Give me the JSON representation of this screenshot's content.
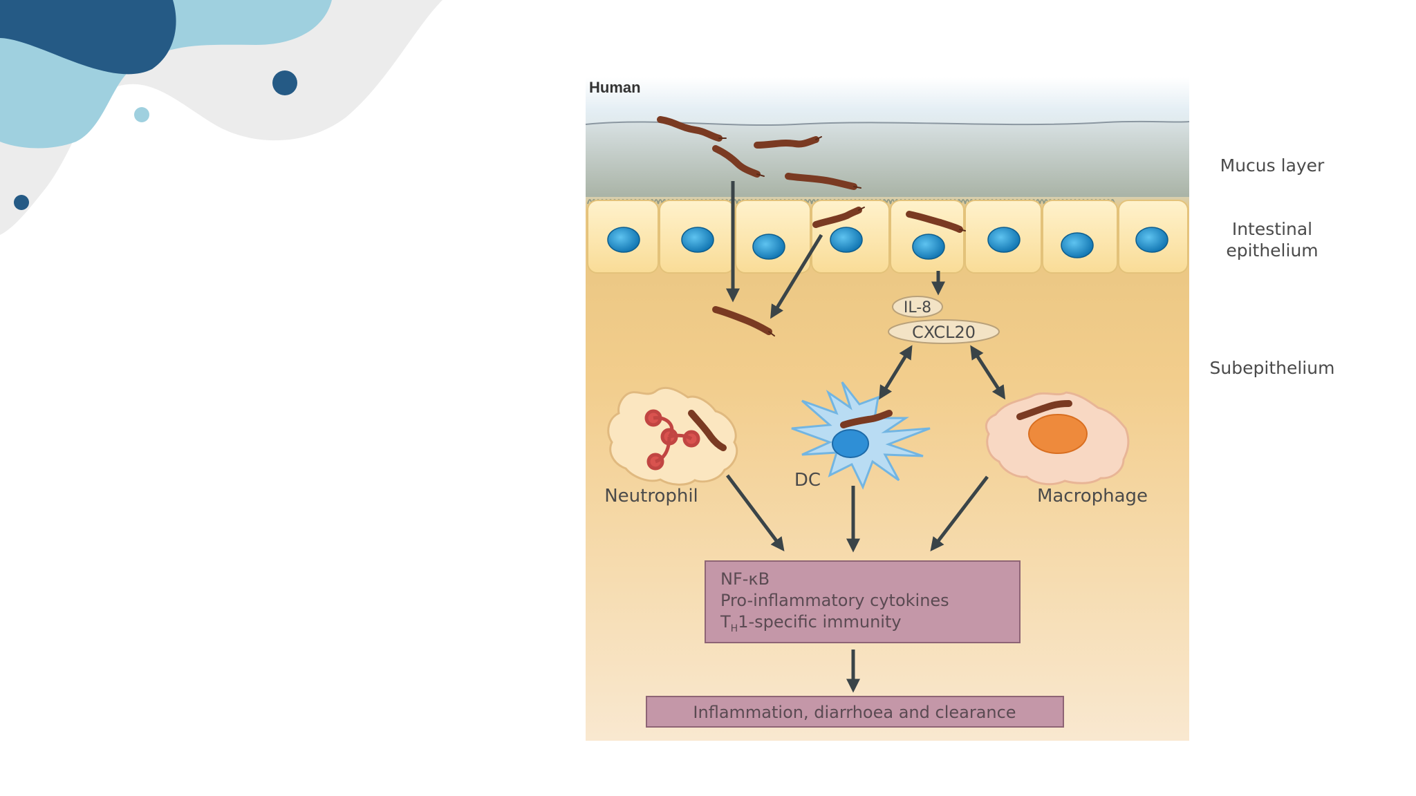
{
  "slide": {
    "colors": {
      "dark_blue": "#255a85",
      "light_blue": "#9fd0df",
      "light_gray": "#ececec",
      "mauve_box": "#c497a8"
    }
  },
  "diagram": {
    "species_label": "Human",
    "layers": {
      "mucus": "Mucus layer",
      "epithelium_line1": "Intestinal",
      "epithelium_line2": "epithelium",
      "subepithelium": "Subepithelium"
    },
    "chemokines": {
      "il8": "IL-8",
      "cxcl20": "CXCL20"
    },
    "cells": {
      "neutrophil": "Neutrophil",
      "dc": "DC",
      "macrophage": "Macrophage"
    },
    "response_box": {
      "line1": "NF-κB",
      "line2": "Pro-inflammatory cytokines",
      "line3_prefix": "T",
      "line3_sub": "H",
      "line3_suffix": "1-specific immunity"
    },
    "outcome": "Inflammation, diarrhoea and clearance"
  }
}
